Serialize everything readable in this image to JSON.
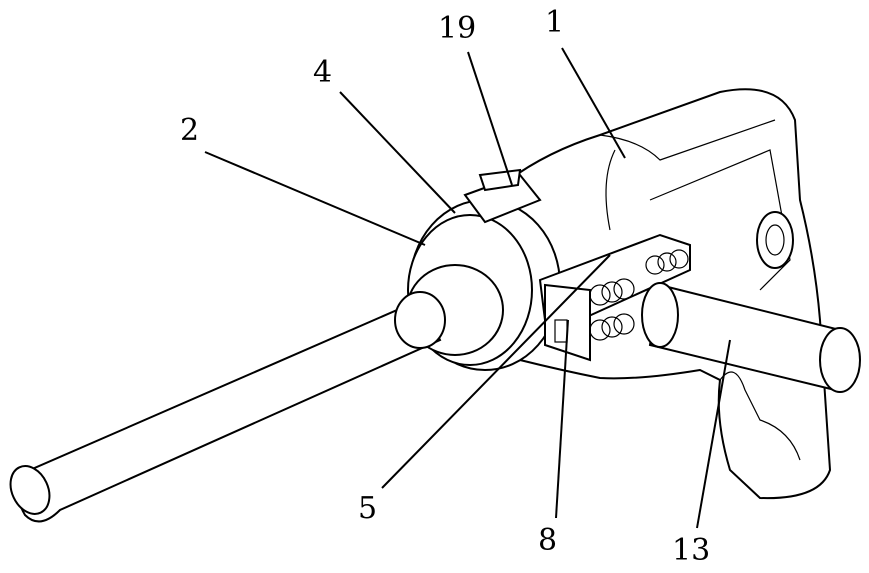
{
  "figure": {
    "labels": {
      "l19": "19",
      "l1": "1",
      "l4": "4",
      "l2": "2",
      "l5": "5",
      "l8": "8",
      "l13": "13"
    }
  }
}
